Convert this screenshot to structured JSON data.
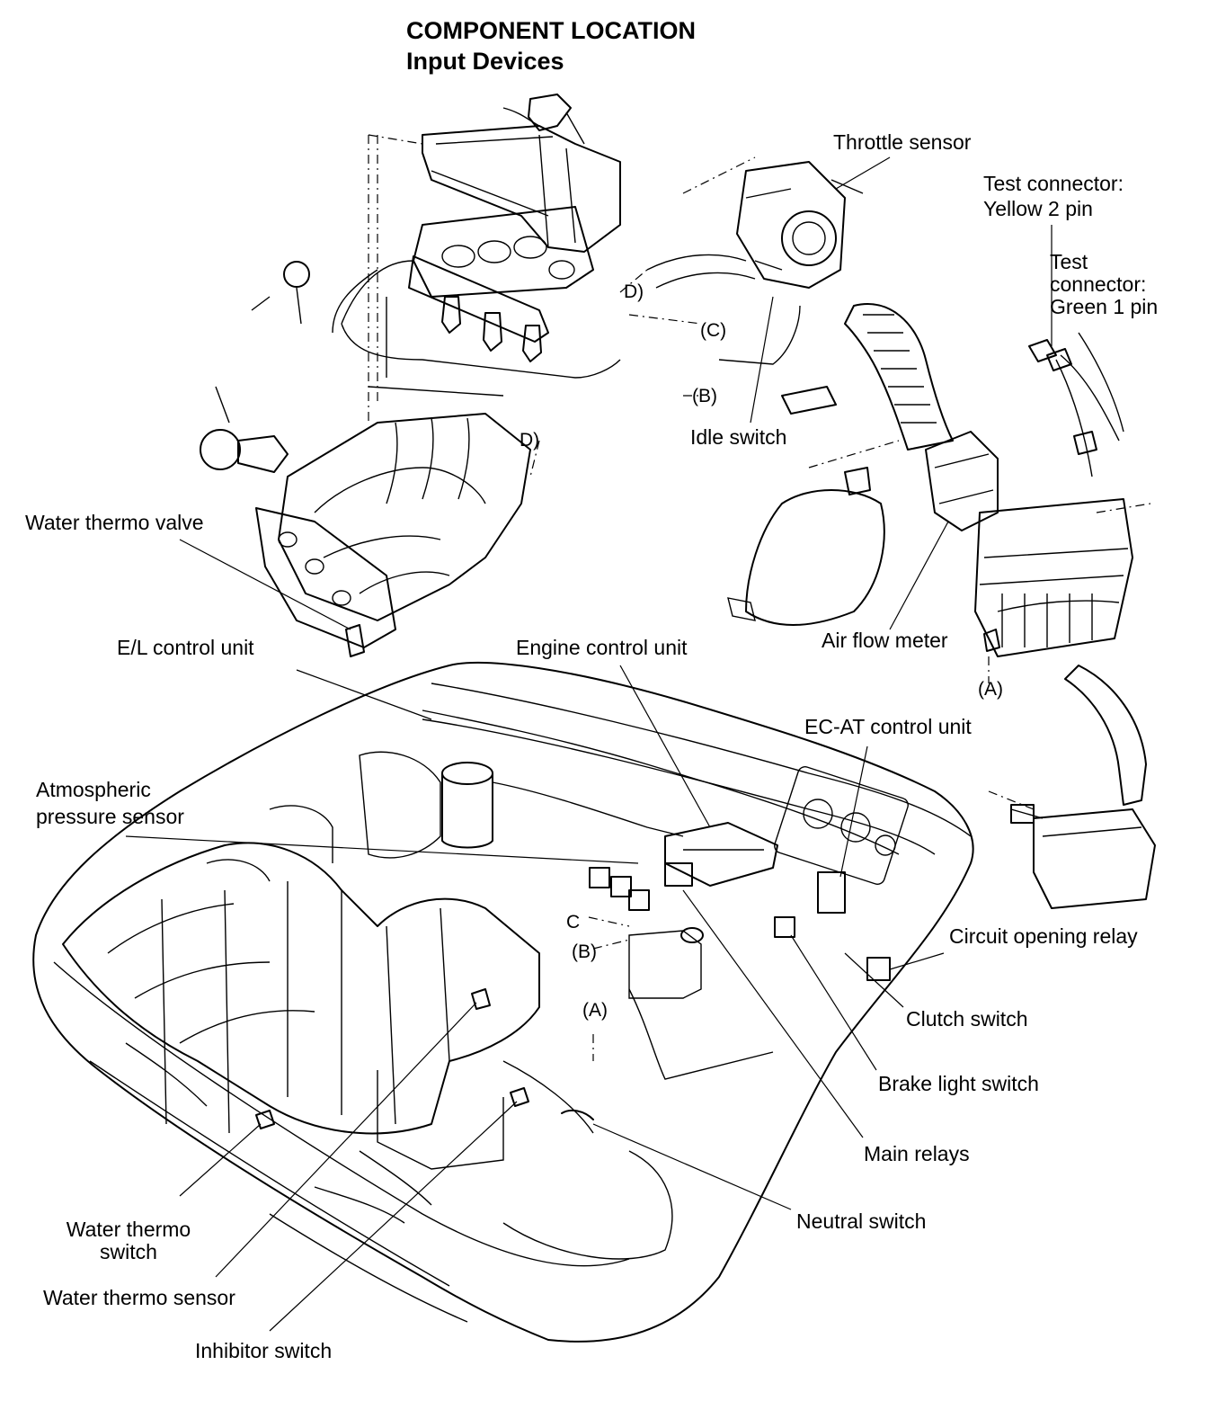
{
  "title": "COMPONENT LOCATION",
  "subtitle": "Input Devices",
  "labels": {
    "throttle_sensor": "Throttle sensor",
    "test_connector_yellow": [
      "Test connector:",
      "Yellow 2 pin"
    ],
    "test_connector_green": [
      "Test",
      "connector:",
      "Green 1 pin"
    ],
    "idle_switch": "Idle switch",
    "water_thermo_valve": "Water thermo valve",
    "el_control_unit": "E/L control unit",
    "engine_control_unit": "Engine control unit",
    "air_flow_meter": "Air flow meter",
    "ec_at_control_unit": "EC-AT control unit",
    "atmospheric_pressure_sensor": [
      "Atmospheric",
      "pressure sensor"
    ],
    "circuit_opening_relay": "Circuit opening relay",
    "clutch_switch": "Clutch switch",
    "brake_light_switch": "Brake light switch",
    "main_relays": "Main relays",
    "neutral_switch": "Neutral switch",
    "water_thermo_switch": [
      "Water thermo",
      "switch"
    ],
    "water_thermo_sensor": "Water thermo sensor",
    "inhibitor_switch": "Inhibitor switch"
  },
  "connection_letters": {
    "A_top": "(A)",
    "A_bottom": "(A)",
    "B_top": "(B)",
    "B_bottom": "(B)",
    "C_top": "(C)",
    "C_bottom": "C",
    "D_top": "D)",
    "D_mid": "D)"
  }
}
